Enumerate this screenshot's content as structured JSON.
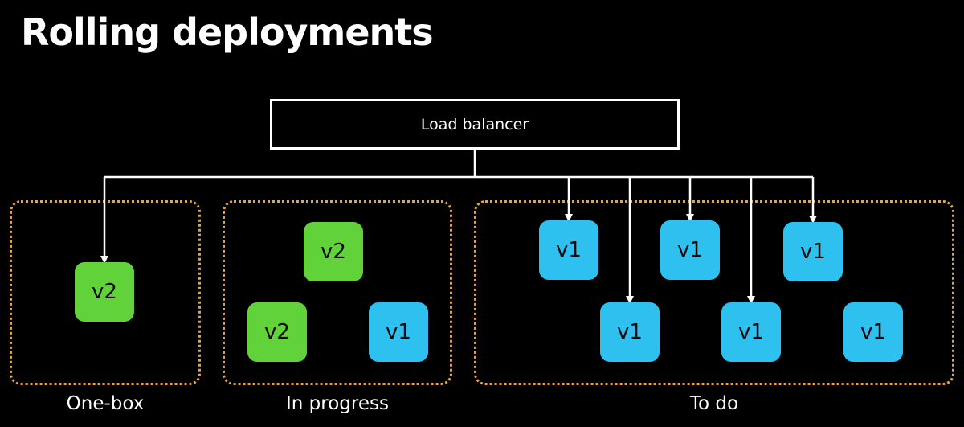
{
  "title": "Rolling deployments",
  "load_balancer": {
    "label": "Load balancer"
  },
  "groups": [
    {
      "label": "One-box"
    },
    {
      "label": "In progress"
    },
    {
      "label": "To do"
    }
  ],
  "instances": [
    {
      "version": "v2"
    },
    {
      "version": "v2"
    },
    {
      "version": "v2"
    },
    {
      "version": "v1"
    },
    {
      "version": "v1"
    },
    {
      "version": "v1"
    },
    {
      "version": "v1"
    },
    {
      "version": "v1"
    },
    {
      "version": "v1"
    },
    {
      "version": "v1"
    }
  ],
  "colors": {
    "background": "#000000",
    "v2": "#62d23a",
    "v1": "#2ec0ef",
    "group_border": "#e8a33a",
    "lines": "#ffffff"
  }
}
